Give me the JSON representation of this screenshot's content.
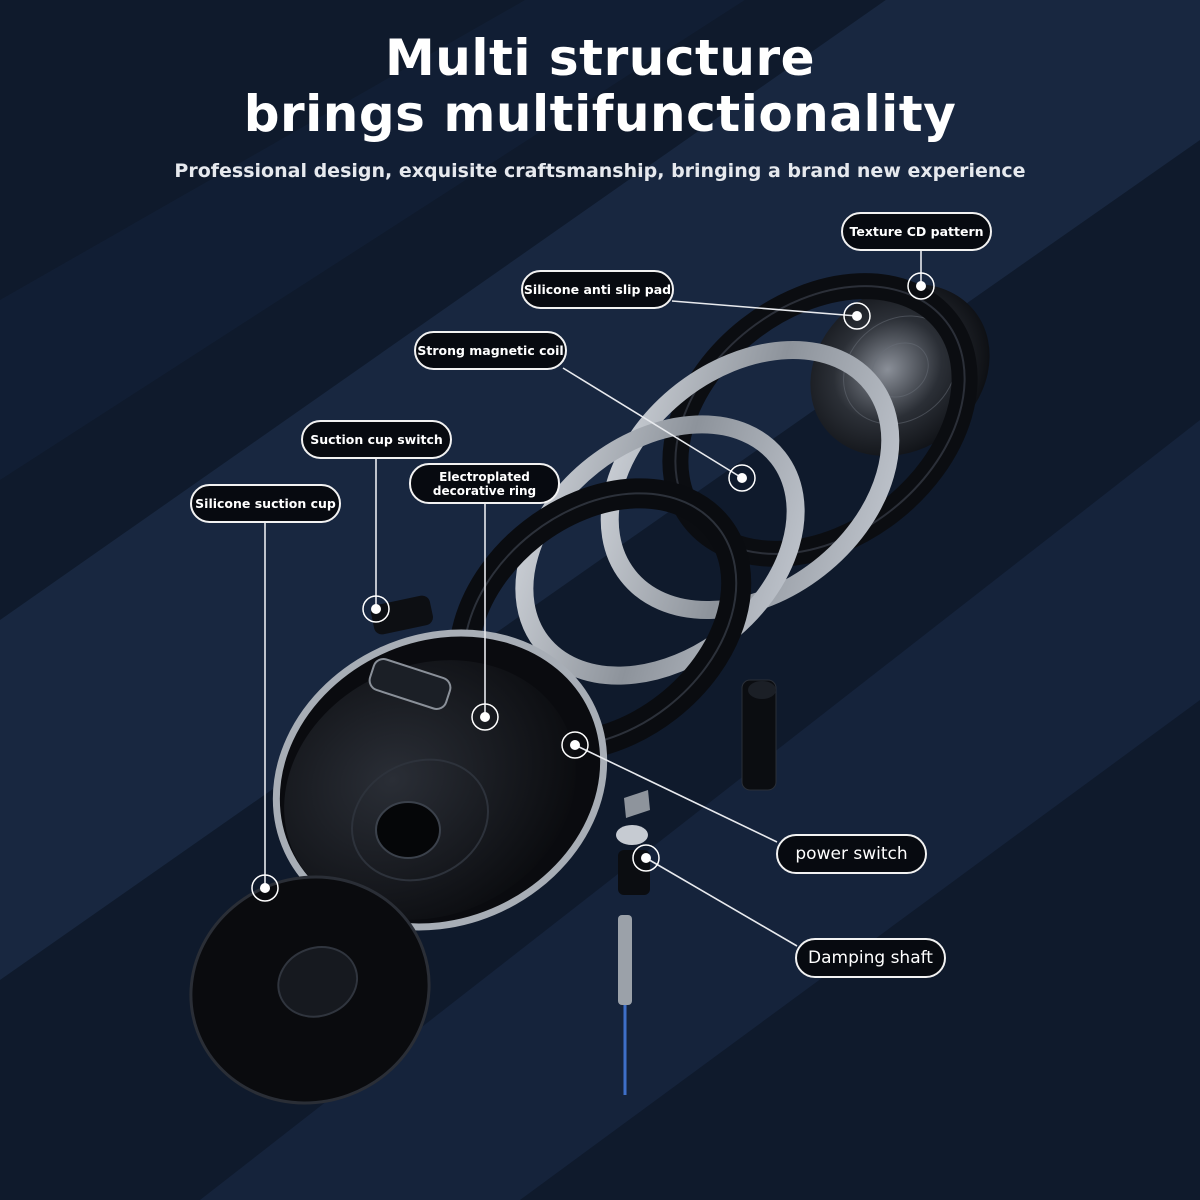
{
  "header": {
    "title_line1": "Multi structure",
    "title_line2": "brings multifunctionality",
    "subtitle": "Professional design, exquisite craftsmanship, bringing a brand new experience"
  },
  "labels": {
    "texture_cd_pattern": "Texture CD pattern",
    "silicone_anti_slip_pad": "Silicone anti slip pad",
    "strong_magnetic_coil": "Strong magnetic coil",
    "suction_cup_switch": "Suction cup switch",
    "electroplated_line1": "Electroplated",
    "electroplated_line2": "decorative ring",
    "silicone_suction_cup": "Silicone suction cup",
    "power_switch": "power switch",
    "damping_shaft": "Damping shaft"
  }
}
